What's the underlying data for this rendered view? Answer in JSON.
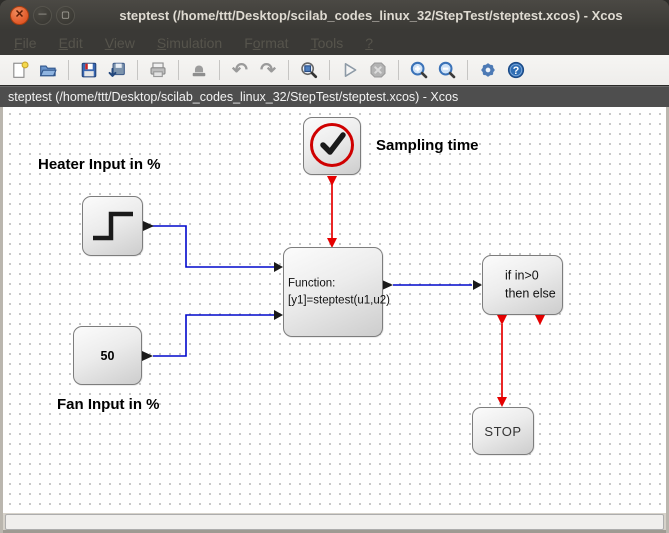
{
  "titlebar": {
    "title": "steptest (/home/ttt/Desktop/scilab_codes_linux_32/StepTest/steptest.xcos) - Xcos",
    "close_glyph": "✕",
    "minimize_glyph": "—",
    "maximize_glyph": "▢"
  },
  "menubar": {
    "items": [
      {
        "label": "File",
        "u": "0"
      },
      {
        "label": "Edit",
        "u": "0"
      },
      {
        "label": "View",
        "u": "0"
      },
      {
        "label": "Simulation",
        "u": "0"
      },
      {
        "label": "Format",
        "u": "1"
      },
      {
        "label": "Tools",
        "u": "0"
      },
      {
        "label": "?",
        "u": "0"
      }
    ]
  },
  "toolbar": {
    "icons": [
      "new-diagram",
      "open",
      "save",
      "export",
      "print",
      "delete-stamp",
      "undo",
      "redo",
      "fit-diagram-to-view",
      "start-simulation",
      "stop-simulation",
      "zoom-in",
      "zoom-out",
      "simulation-setup",
      "about-help"
    ],
    "undo_glyph": "↶",
    "redo_glyph": "↷",
    "help_glyph": "?"
  },
  "frame_title": "steptest (/home/ttt/Desktop/scilab_codes_linux_32/StepTest/steptest.xcos) - Xcos",
  "canvas": {
    "labels": {
      "heater": "Heater Input in %",
      "sampling": "Sampling time",
      "fan": "Fan Input in %"
    },
    "blocks": {
      "function": {
        "line1": "Function:",
        "line2": "[y1]=steptest(u1,u2)"
      },
      "ifthenelse": {
        "line1": "if in>0",
        "line2": "then else"
      },
      "constant": {
        "value": "50"
      },
      "stop": {
        "label": "STOP"
      }
    },
    "colors": {
      "wire_data": "#0008cc",
      "wire_event": "#e60000",
      "port": "#1a1a1a",
      "clock_ring": "#cf0000"
    }
  },
  "statusbar": {
    "text": ""
  }
}
